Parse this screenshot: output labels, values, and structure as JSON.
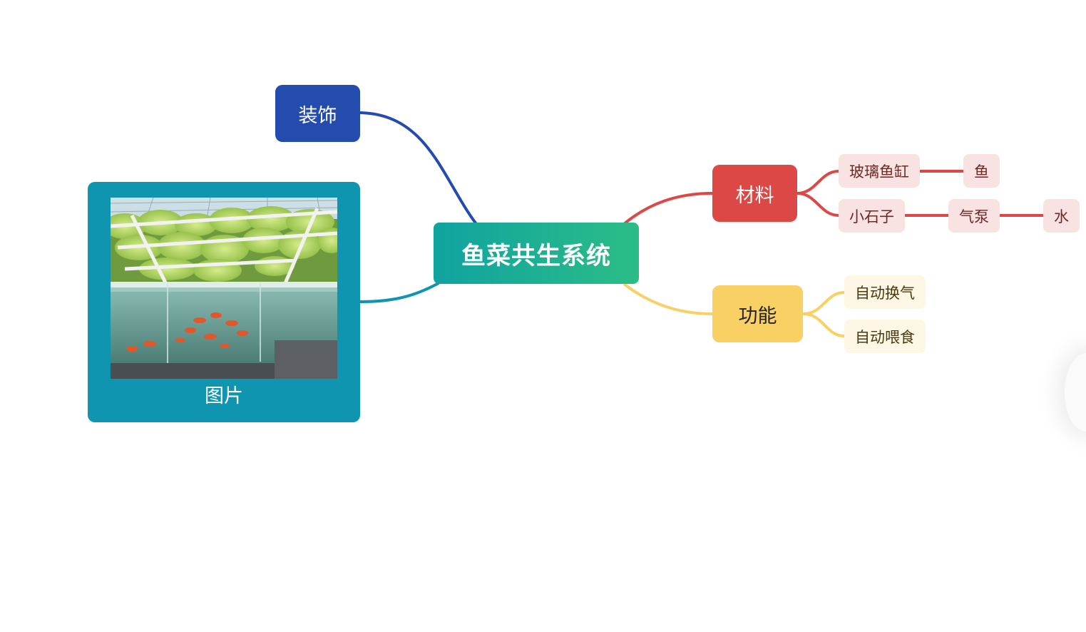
{
  "mindmap": {
    "root": {
      "label": "鱼菜共生系统"
    },
    "decor": {
      "label": "装饰",
      "color": "#234cae"
    },
    "image_topic": {
      "label": "图片",
      "color": "#1095b0",
      "picture": "aquaponics-greenhouse-photo"
    },
    "material": {
      "label": "材料",
      "color": "#dc4845",
      "children": [
        {
          "label": "玻璃鱼缸",
          "children": [
            {
              "label": "鱼"
            }
          ]
        },
        {
          "label": "小石子",
          "children": [
            {
              "label": "气泵",
              "children": [
                {
                  "label": "水"
                }
              ]
            }
          ]
        }
      ]
    },
    "function": {
      "label": "功能",
      "color": "#f8d064",
      "children": [
        {
          "label": "自动换气"
        },
        {
          "label": "自动喂食"
        }
      ]
    }
  }
}
